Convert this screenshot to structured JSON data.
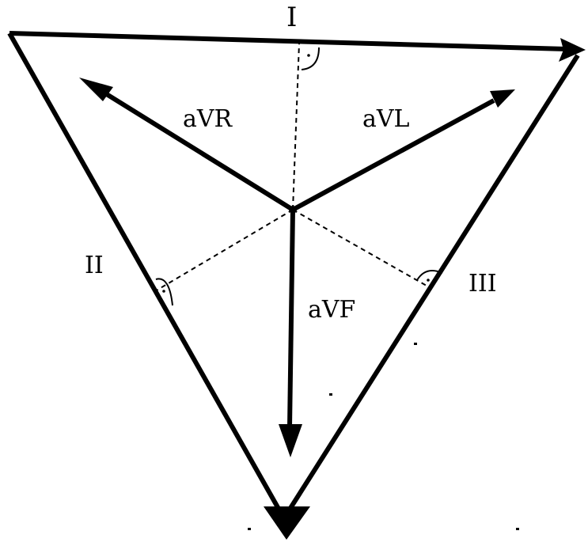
{
  "labels": {
    "lead_I": "I",
    "lead_II": "II",
    "lead_III": "III",
    "aVR": "aVR",
    "aVL": "aVL",
    "aVF": "aVF"
  },
  "colors": {
    "ink": "#000000",
    "background": "#ffffff"
  }
}
